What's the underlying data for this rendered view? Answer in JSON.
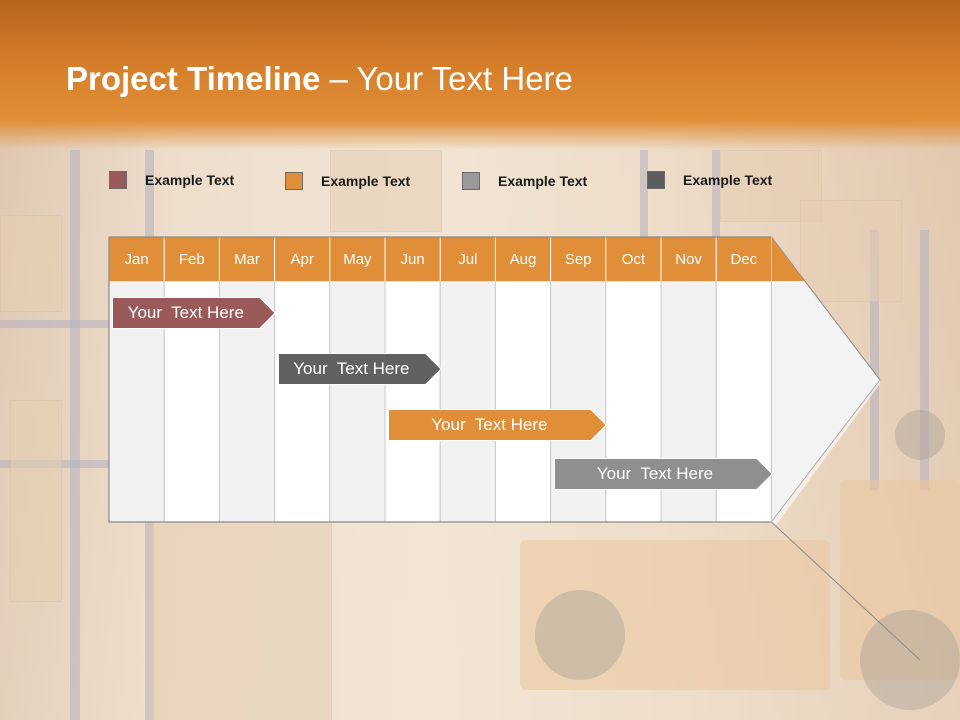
{
  "slide": {
    "title_bold": "Project Timeline",
    "title_rest": " – Your Text Here"
  },
  "legend": [
    {
      "label": "Example Text",
      "color": "#9a5a5a"
    },
    {
      "label": "Example Text",
      "color": "#e08e37"
    },
    {
      "label": "Example Text",
      "color": "#9a9a9a"
    },
    {
      "label": "Example Text",
      "color": "#5d5d5d"
    }
  ],
  "months": [
    "Jan",
    "Feb",
    "Mar",
    "Apr",
    "May",
    "Jun",
    "Jul",
    "Aug",
    "Sep",
    "Oct",
    "Nov",
    "Dec"
  ],
  "tasks": [
    {
      "label": "Your  Text Here",
      "color": "#9a5a5a",
      "start": "Jan",
      "end": "Mar"
    },
    {
      "label": "Your  Text Here",
      "color": "#616161",
      "start": "Apr",
      "end": "Jun"
    },
    {
      "label": "Your  Text Here",
      "color": "#e08e37",
      "start": "Jun",
      "end": "Sep"
    },
    {
      "label": "Your  Text Here",
      "color": "#8f8f8f",
      "start": "Sep",
      "end": "Dec"
    }
  ],
  "colors": {
    "header_orange": "#d67f2a",
    "month_bar": "#e08e37",
    "grid_light": "#f2f2f2",
    "grid_white": "#ffffff"
  }
}
